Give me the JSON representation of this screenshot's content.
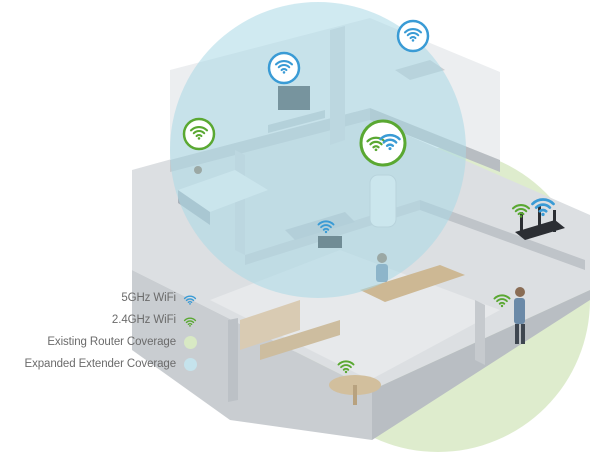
{
  "legend": {
    "items": [
      {
        "label": "5GHz WiFi",
        "kind": "wifi",
        "icon": "wifi-icon",
        "color": "#3a9bd5"
      },
      {
        "label": "2.4GHz WiFi",
        "kind": "wifi",
        "icon": "wifi-icon",
        "color": "#5aa832"
      },
      {
        "label": "Existing Router Coverage",
        "kind": "dot",
        "icon": "coverage-dot",
        "color": "#d8e9c4"
      },
      {
        "label": "Expanded Extender Coverage",
        "kind": "dot",
        "icon": "coverage-dot",
        "color": "#c5e3ec"
      }
    ]
  },
  "colors": {
    "wifi_5ghz": "#3a9bd5",
    "wifi_24ghz": "#5aa832",
    "router_coverage": "#d8e9c4",
    "extender_coverage": "#a9d8e6",
    "floor": "#cfd3d6",
    "wall": "#e6e8ea"
  }
}
